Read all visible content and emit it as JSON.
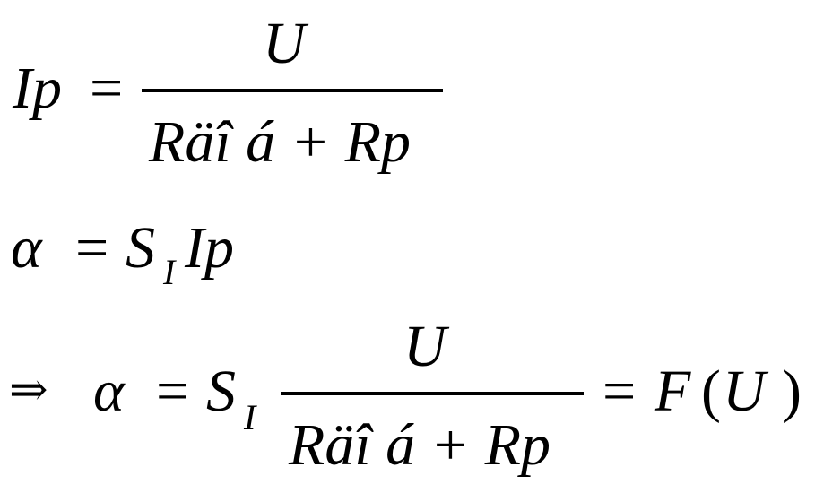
{
  "equation_1": {
    "lhs": "Ip",
    "eq": "=",
    "numerator": "U",
    "denominator": "Räî á + Rp"
  },
  "equation_2": {
    "lhs": "α",
    "eq": "=",
    "coef": "S",
    "coef_sub": "I",
    "var": "Ip"
  },
  "equation_3": {
    "implies": "⇒",
    "lhs": "α",
    "eq": "=",
    "coef": "S",
    "coef_sub": "I",
    "numerator": "U",
    "denominator": "Räî á + Rp",
    "eq2": "=",
    "rhs_func": "F",
    "rhs_open": "(",
    "rhs_arg": "U",
    "rhs_close": ")"
  }
}
